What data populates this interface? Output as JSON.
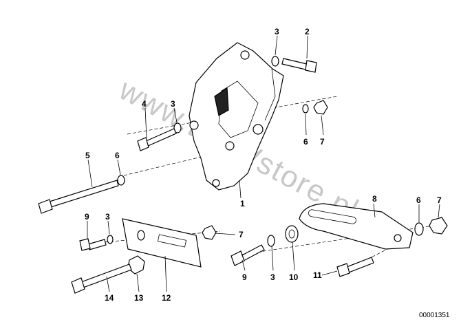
{
  "diagram": {
    "watermark": "www.BMWstore.pl",
    "document_id": "00001351",
    "callouts": {
      "c1": "1",
      "c2": "2",
      "c3a": "3",
      "c3b": "3",
      "c3c": "3",
      "c3d": "3",
      "c4": "4",
      "c5": "5",
      "c6a": "6",
      "c6b": "6",
      "c6c": "6",
      "c7a": "7",
      "c7b": "7",
      "c7c": "7",
      "c8": "8",
      "c9a": "9",
      "c9b": "9",
      "c10": "10",
      "c11": "11",
      "c12": "12",
      "c13": "13",
      "c14": "14"
    }
  }
}
